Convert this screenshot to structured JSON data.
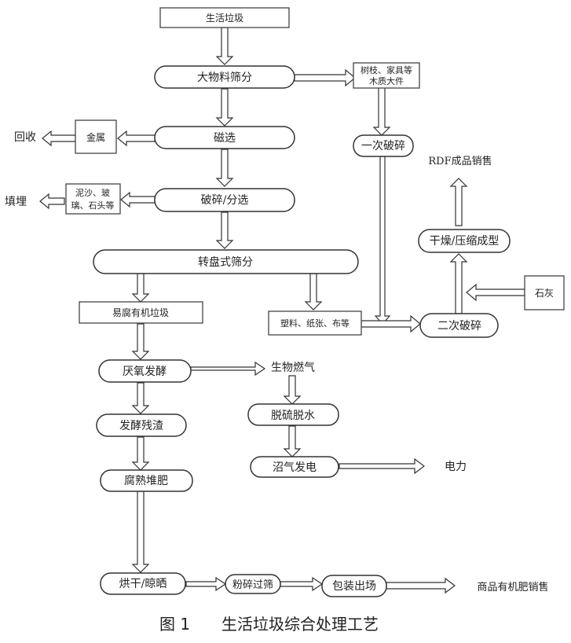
{
  "nodes": {
    "household_waste": "生活垃圾",
    "bulk_screening": "大物料筛分",
    "wooden_items": [
      "树枝、家具等",
      "木质大件"
    ],
    "primary_crushing": "一次破碎",
    "metal": "金属",
    "magnetic_separation": "磁选",
    "recycle": "回收",
    "rdf_sales": "RDF成品销售",
    "mud_sand_glass": [
      "泥沙、玻",
      "璃、石头等"
    ],
    "crushing_sorting": "破碎/分选",
    "landfill": "填埋",
    "drying_compression": "干燥/压缩成型",
    "rotary_screening": "转盘式筛分",
    "perishable_organic": "易腐有机垃圾",
    "lime": "石灰",
    "plastic_paper_cloth": "塑料、纸张、布等",
    "secondary_crushing": "二次破碎",
    "anaerobic_fermentation": "厌氧发酵",
    "biogas": "生物燃气",
    "fermentation_residue": "发酵残渣",
    "desulfurization_dehydration": "脱硫脱水",
    "decomposed_compost": "腐熟堆肥",
    "biogas_power": "沼气发电",
    "electricity": "电力",
    "drying_airing": "烘干/晾晒",
    "grinding_sieving": "粉碎过筛",
    "packaging_shipment": "包装出场",
    "organic_fertilizer_sales": "商品有机肥销售"
  },
  "caption": {
    "figure_no": "图 1",
    "title": "生活垃圾综合处理工艺"
  }
}
